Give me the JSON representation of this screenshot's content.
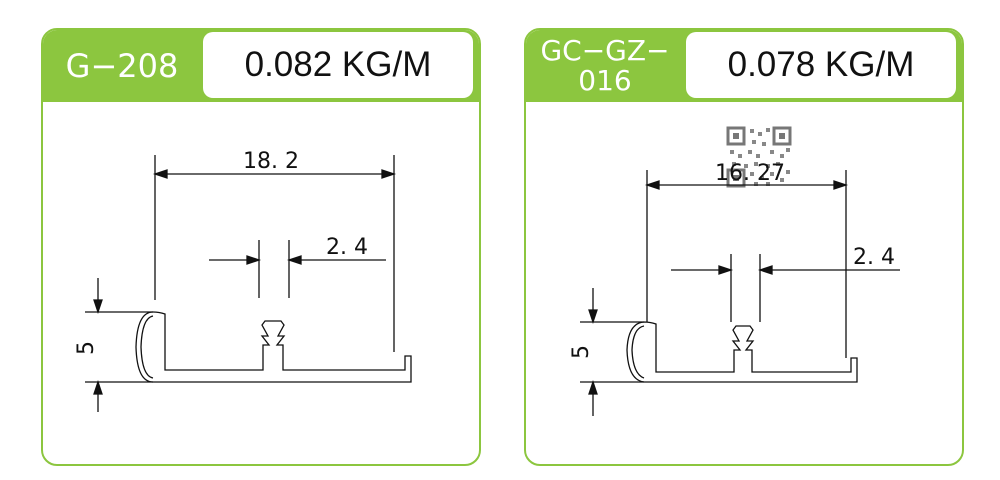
{
  "cards": [
    {
      "code": "G−208",
      "weight": "0.082 KG/M",
      "dim_width": "18. 2",
      "dim_gap": "2. 4",
      "dim_height": "5"
    },
    {
      "code": "GC−GZ−\n016",
      "weight": "0.078 KG/M",
      "dim_width": "16. 27",
      "dim_gap": "2. 4",
      "dim_height": "5"
    }
  ],
  "colors": {
    "accent": "#8cc63f",
    "line": "#111111"
  },
  "icons": {
    "overlay": "qr-code-icon"
  }
}
